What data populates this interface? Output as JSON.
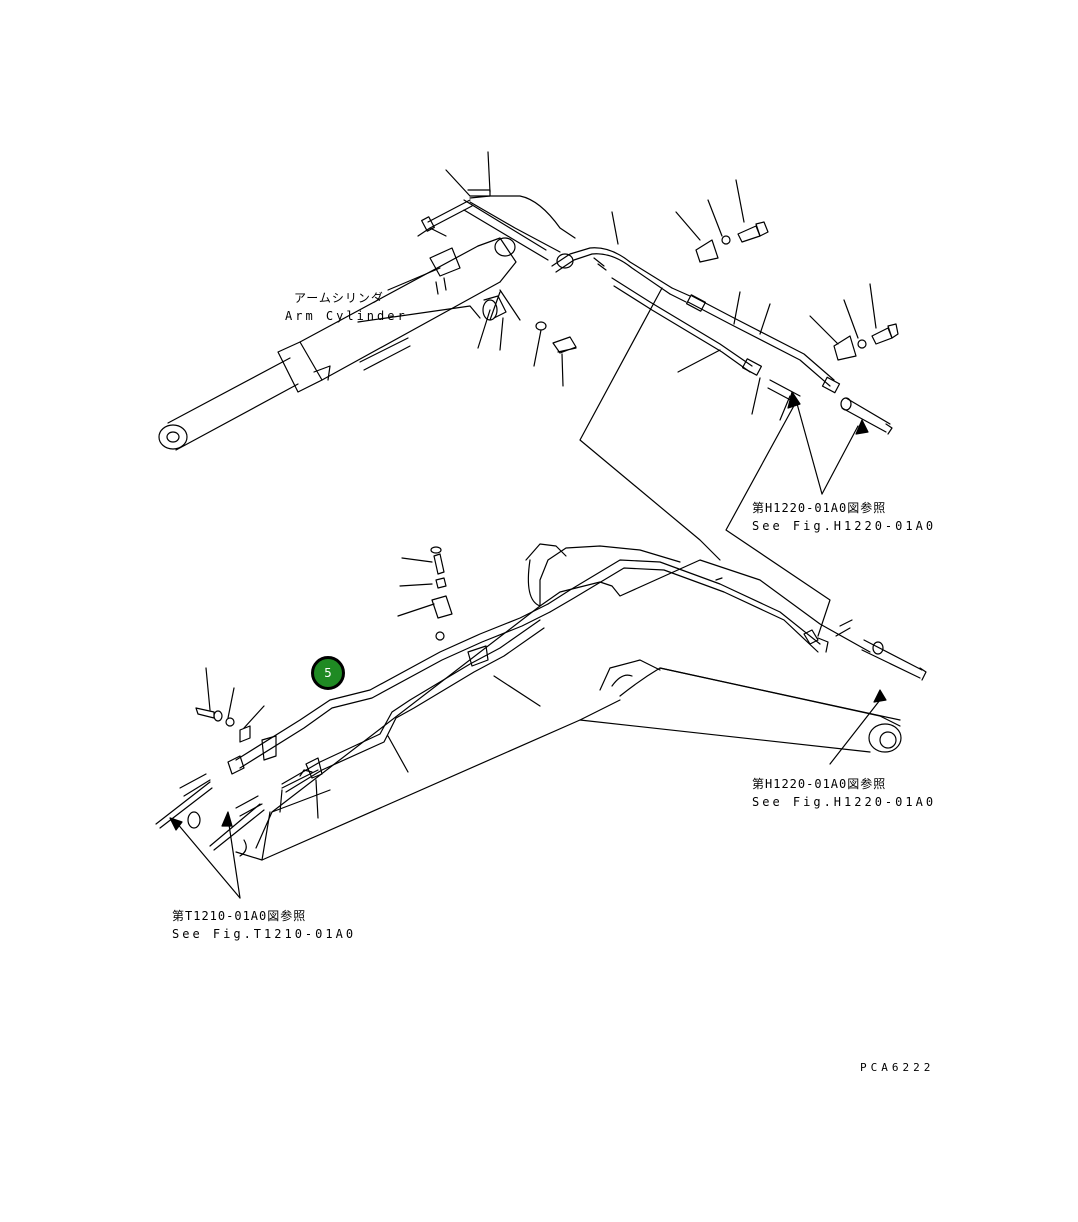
{
  "labels": {
    "arm_cylinder_jp": "アームシリンダ",
    "arm_cylinder_en": "Arm Cylinder",
    "ref_h1220_upper_jp": "第H1220-01A0図参照",
    "ref_h1220_upper_en": "See Fig.H1220-01A0",
    "ref_h1220_lower_jp": "第H1220-01A0図参照",
    "ref_h1220_lower_en": "See Fig.H1220-01A0",
    "ref_t1210_jp": "第T1210-01A0図参照",
    "ref_t1210_en": "See Fig.T1210-01A0",
    "drawing_code": "PCA6222"
  },
  "callouts": [
    {
      "number": "5",
      "color": "#1f8a23"
    }
  ]
}
